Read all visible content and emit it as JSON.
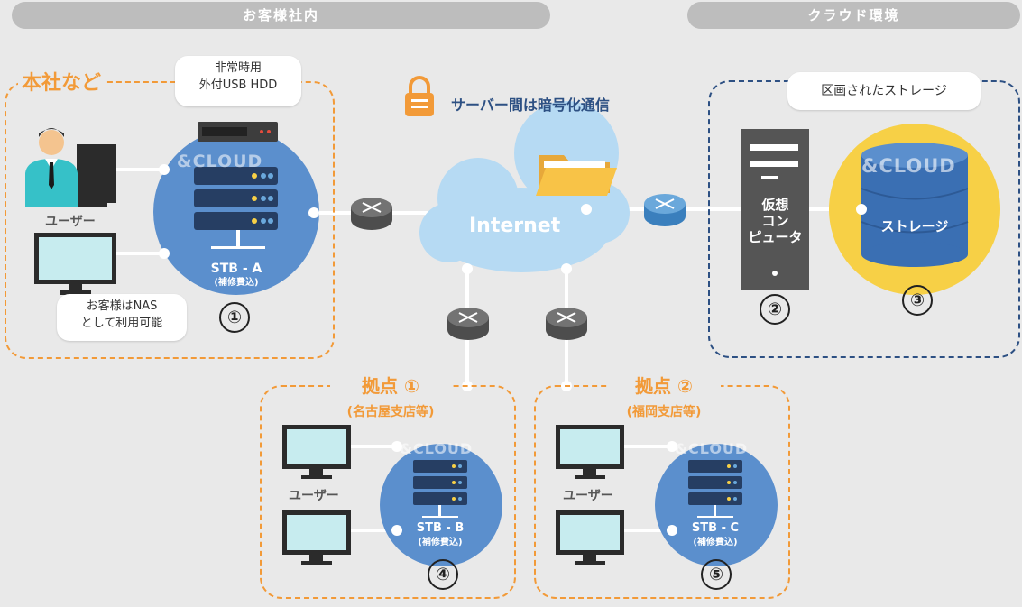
{
  "header": {
    "customer_site": "お客様社内",
    "cloud_env": "クラウド環境"
  },
  "hq": {
    "title": "本社など",
    "hdd_note_line1": "非常時用",
    "hdd_note_line2": "外付USB HDD",
    "user_label": "ユーザー",
    "nas_note_line1": "お客様はNAS",
    "nas_note_line2": "として利用可能",
    "stb_name": "STB - A",
    "stb_sub": "(補修費込)",
    "cloud_mark": "&CLOUD",
    "number": "①"
  },
  "internet": {
    "encryption_label": "サーバー間は暗号化通信",
    "label": "Internet"
  },
  "cloud": {
    "storage_note": "区画されたストレージ",
    "vm_label_line1": "仮想",
    "vm_label_line2": "コン",
    "vm_label_line3": "ピュータ",
    "storage_label": "ストレージ",
    "cloud_mark": "&CLOUD",
    "vm_number": "②",
    "storage_number": "③"
  },
  "branch1": {
    "title": "拠点 ①",
    "subtitle": "(名古屋支店等)",
    "user_label": "ユーザー",
    "stb_name": "STB - B",
    "stb_sub": "(補修費込)",
    "cloud_mark": "&CLOUD",
    "number": "④"
  },
  "branch2": {
    "title": "拠点 ②",
    "subtitle": "(福岡支店等)",
    "user_label": "ユーザー",
    "stb_name": "STB - C",
    "stb_sub": "(補修費込)",
    "cloud_mark": "&CLOUD",
    "number": "⑤"
  },
  "colors": {
    "orange": "#f29a38",
    "navy": "#2d5083",
    "blue_circle": "#5b8fcd",
    "yellow": "#f7d046",
    "cloud_blue": "#b6daf3"
  }
}
